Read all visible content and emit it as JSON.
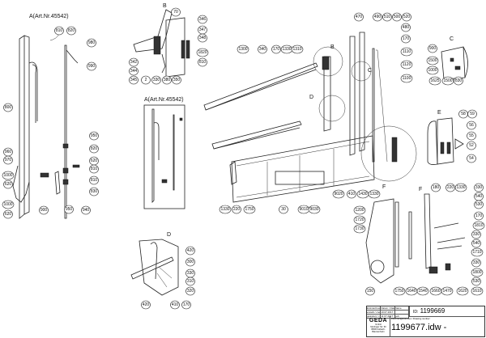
{
  "views": {
    "A": {
      "title": "A(Art.Nr.45542)",
      "labels": [
        "810",
        "820",
        "980",
        "990",
        "800",
        "950",
        "820",
        "960",
        "970",
        "620",
        "810",
        "1000",
        "620",
        "810",
        "830",
        "1000",
        "620",
        "900",
        "950",
        "940"
      ]
    },
    "A_box": {
      "title": "A(Art.Nr.45542)"
    },
    "B": {
      "title": "B",
      "labels": [
        "70",
        "346",
        "347",
        "348",
        "1820",
        "810",
        "342",
        "344",
        "345",
        "2",
        "330",
        "380",
        "350"
      ]
    },
    "main": {
      "callouts": [
        "B",
        "C",
        "D",
        "F"
      ],
      "labels": [
        "1300",
        "340",
        "170",
        "1330",
        "1310",
        "470",
        "490",
        "510",
        "500",
        "520",
        "480",
        "170",
        "1110",
        "1120",
        "1100",
        "1330",
        "220",
        "1750",
        "30",
        "9010",
        "9030",
        "9020",
        "410",
        "1430",
        "1330"
      ]
    },
    "C": {
      "title": "C",
      "labels": [
        "900",
        "1500",
        "1000",
        "1625",
        "1500",
        "830"
      ]
    },
    "E": {
      "title": "E",
      "labels": [
        "58",
        "59",
        "56",
        "55",
        "52",
        "54"
      ]
    },
    "F": {
      "title": "F",
      "labels": [
        "180",
        "220",
        "1330",
        "330",
        "540",
        "530",
        "170",
        "1810",
        "1200",
        "1720",
        "1730",
        "330",
        "540",
        "1710",
        "330",
        "1800",
        "530",
        "1610",
        "150",
        "1750",
        "1640",
        "1540",
        "1660",
        "1470",
        "1620"
      ]
    },
    "D": {
      "title": "D",
      "labels": [
        "420",
        "300",
        "330",
        "310",
        "320",
        "420",
        "410",
        "170"
      ]
    }
  },
  "title_block": {
    "cells": [
      "Erstzeichner",
      "Datum / Date",
      "Name",
      "erstellt / created",
      "10.07.2017",
      "",
      "geändert / changed",
      "11.07.2017",
      "geb."
    ],
    "brand": "GEDA",
    "address": [
      "GmbH",
      "Mertinger Str. 60",
      "86663 Asbach-Bäumenheim"
    ],
    "id_label": "ID:",
    "id": "1199669",
    "drawing_number_label": "Zeichnungsnummer / Drawing number:",
    "drawing_number": "1199677.idw -"
  }
}
